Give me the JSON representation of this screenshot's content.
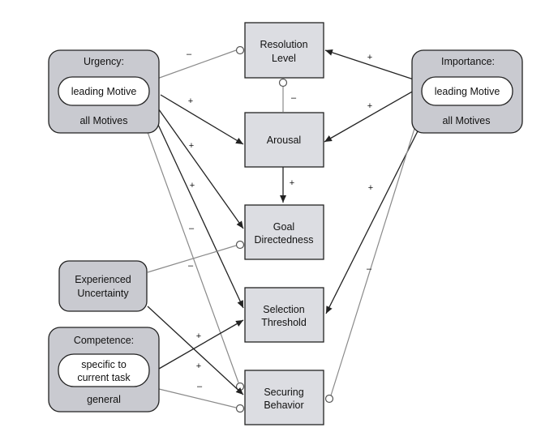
{
  "nodes": {
    "resolution_level": [
      "Resolution",
      "Level"
    ],
    "arousal": [
      "Arousal"
    ],
    "goal_directedness": [
      "Goal",
      "Directedness"
    ],
    "selection_threshold": [
      "Selection",
      "Threshold"
    ],
    "securing_behavior": [
      "Securing",
      "Behavior"
    ],
    "experienced_uncertainty": [
      "Experienced",
      "Uncertainty"
    ]
  },
  "groups": {
    "urgency": {
      "title": "Urgency:",
      "inner": "leading Motive",
      "footer": "all Motives"
    },
    "importance": {
      "title": "Importance:",
      "inner": "leading Motive",
      "footer": "all Motives"
    },
    "competence": {
      "title": "Competence:",
      "inner": [
        "specific to",
        "current task"
      ],
      "footer": "general"
    }
  },
  "signs": {
    "urgency_resolution": "–",
    "importance_resolution": "+",
    "arousal_resolution": "–",
    "urgency_arousal": "+",
    "importance_arousal": "+",
    "arousal_goal": "+",
    "urgency_goal": "+",
    "urgency_selection": "+",
    "urgency_securing": "–",
    "importance_selection": "+",
    "importance_securing": "–",
    "uncertainty_goal": "–",
    "competence_selection": "+",
    "uncertainty_securing": "+",
    "competence_securing": "–"
  }
}
